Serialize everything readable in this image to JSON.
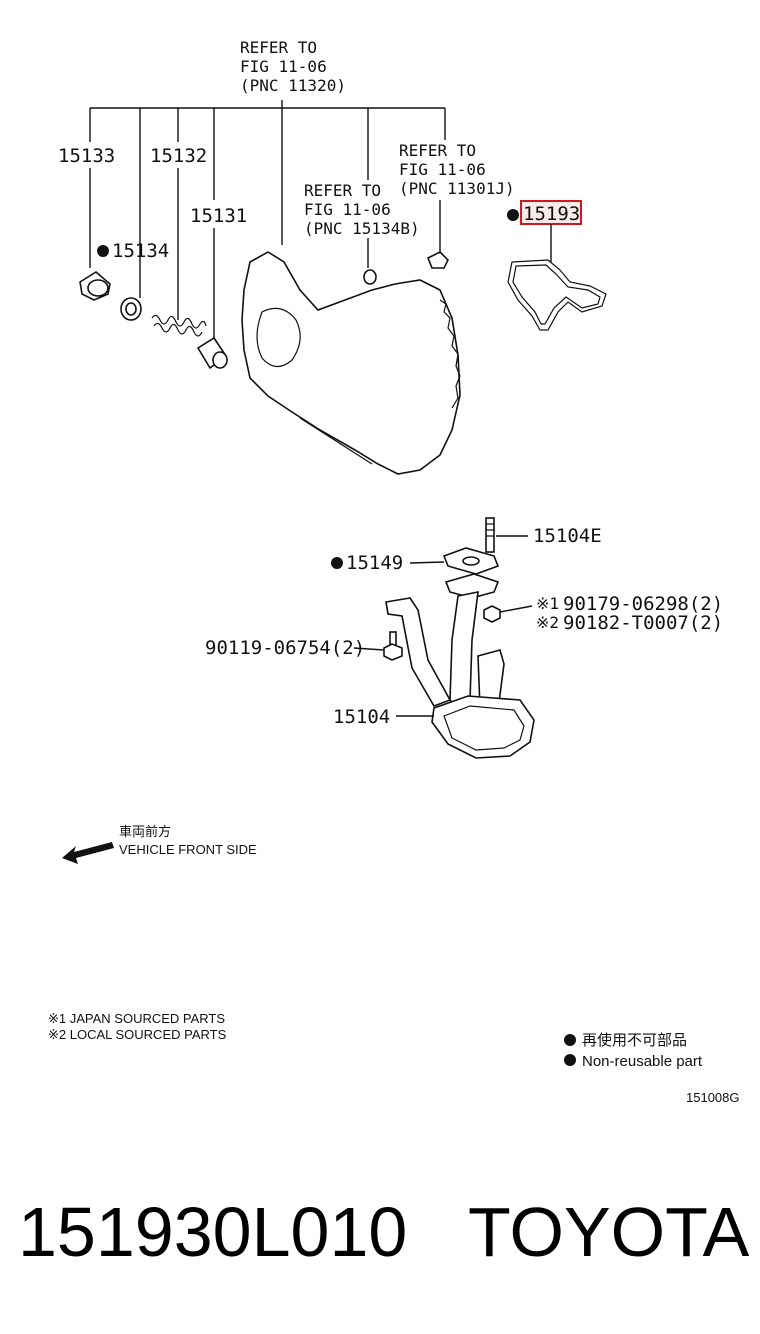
{
  "callouts": {
    "refer_top": {
      "line1": "REFER TO",
      "line2": "FIG 11-06",
      "line3": "(PNC 11320)"
    },
    "refer_right": {
      "line1": "REFER TO",
      "line2": "FIG 11-06",
      "line3": "(PNC 11301J)"
    },
    "refer_mid": {
      "line1": "REFER TO",
      "line2": "FIG 11-06",
      "line3": "(PNC 15134B)"
    }
  },
  "parts": {
    "p15133": "15133",
    "p15132": "15132",
    "p15131": "15131",
    "p15134": "15134",
    "p15193": "15193",
    "p15104E": "15104E",
    "p15149": "15149",
    "p90179": "90179-06298(2)",
    "p90182": "90182-T0007(2)",
    "p90119": "90119-06754(2)",
    "p15104": "15104",
    "mark1": "※1",
    "mark2": "※2"
  },
  "direction": {
    "jp": "車両前方",
    "en": "VEHICLE FRONT SIDE"
  },
  "footnotes": {
    "note1": "※1 JAPAN SOURCED PARTS",
    "note2": "※2 LOCAL SOURCED PARTS"
  },
  "legend": {
    "jp": "再使用不可部品",
    "en": "Non-reusable part"
  },
  "figure_code": "151008G",
  "footer": {
    "part_number": "151930L010",
    "brand": "TOYOTA"
  },
  "colors": {
    "highlight": "#d0191c",
    "ink": "#111111"
  }
}
